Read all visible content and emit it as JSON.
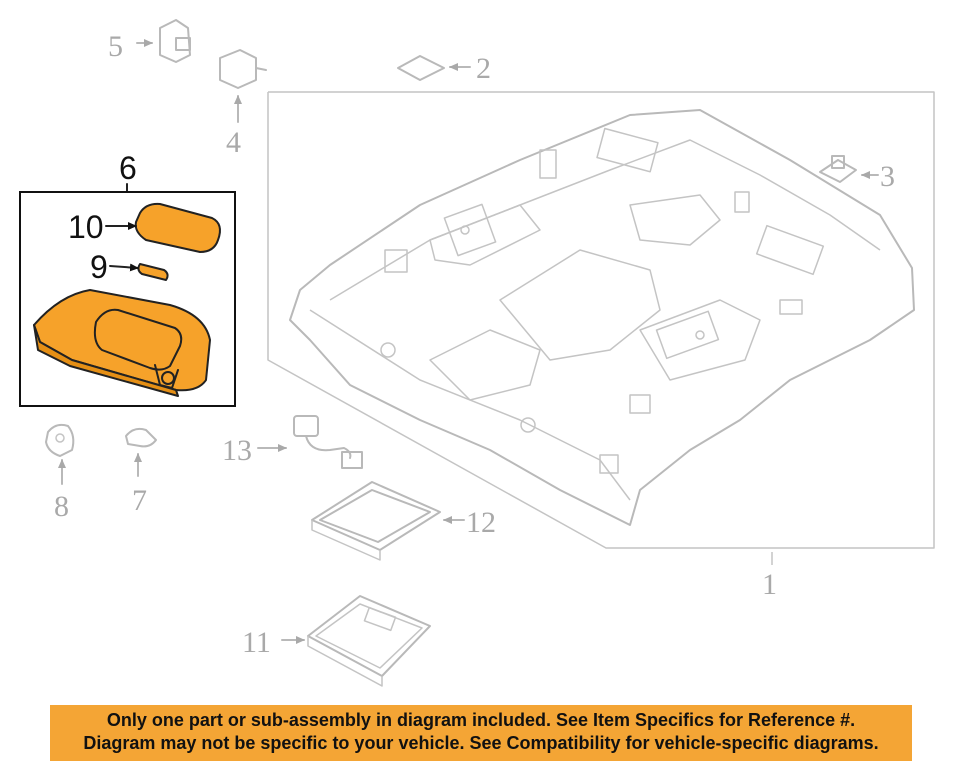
{
  "diagram": {
    "callouts": {
      "c1": "1",
      "c2": "2",
      "c3": "3",
      "c4": "4",
      "c5": "5",
      "c6": "6",
      "c7": "7",
      "c8": "8",
      "c9": "9",
      "c10": "10",
      "c11": "11",
      "c12": "12",
      "c13": "13"
    },
    "highlight_color": "#f6a22a",
    "line_color": "#b9b9b9"
  },
  "notice": {
    "line1": "Only one part or sub-assembly in diagram included. See Item Specifics for Reference #.",
    "line2": "Diagram may not be specific to your vehicle. See Compatibility for vehicle-specific diagrams.",
    "background": "#f4a535"
  }
}
